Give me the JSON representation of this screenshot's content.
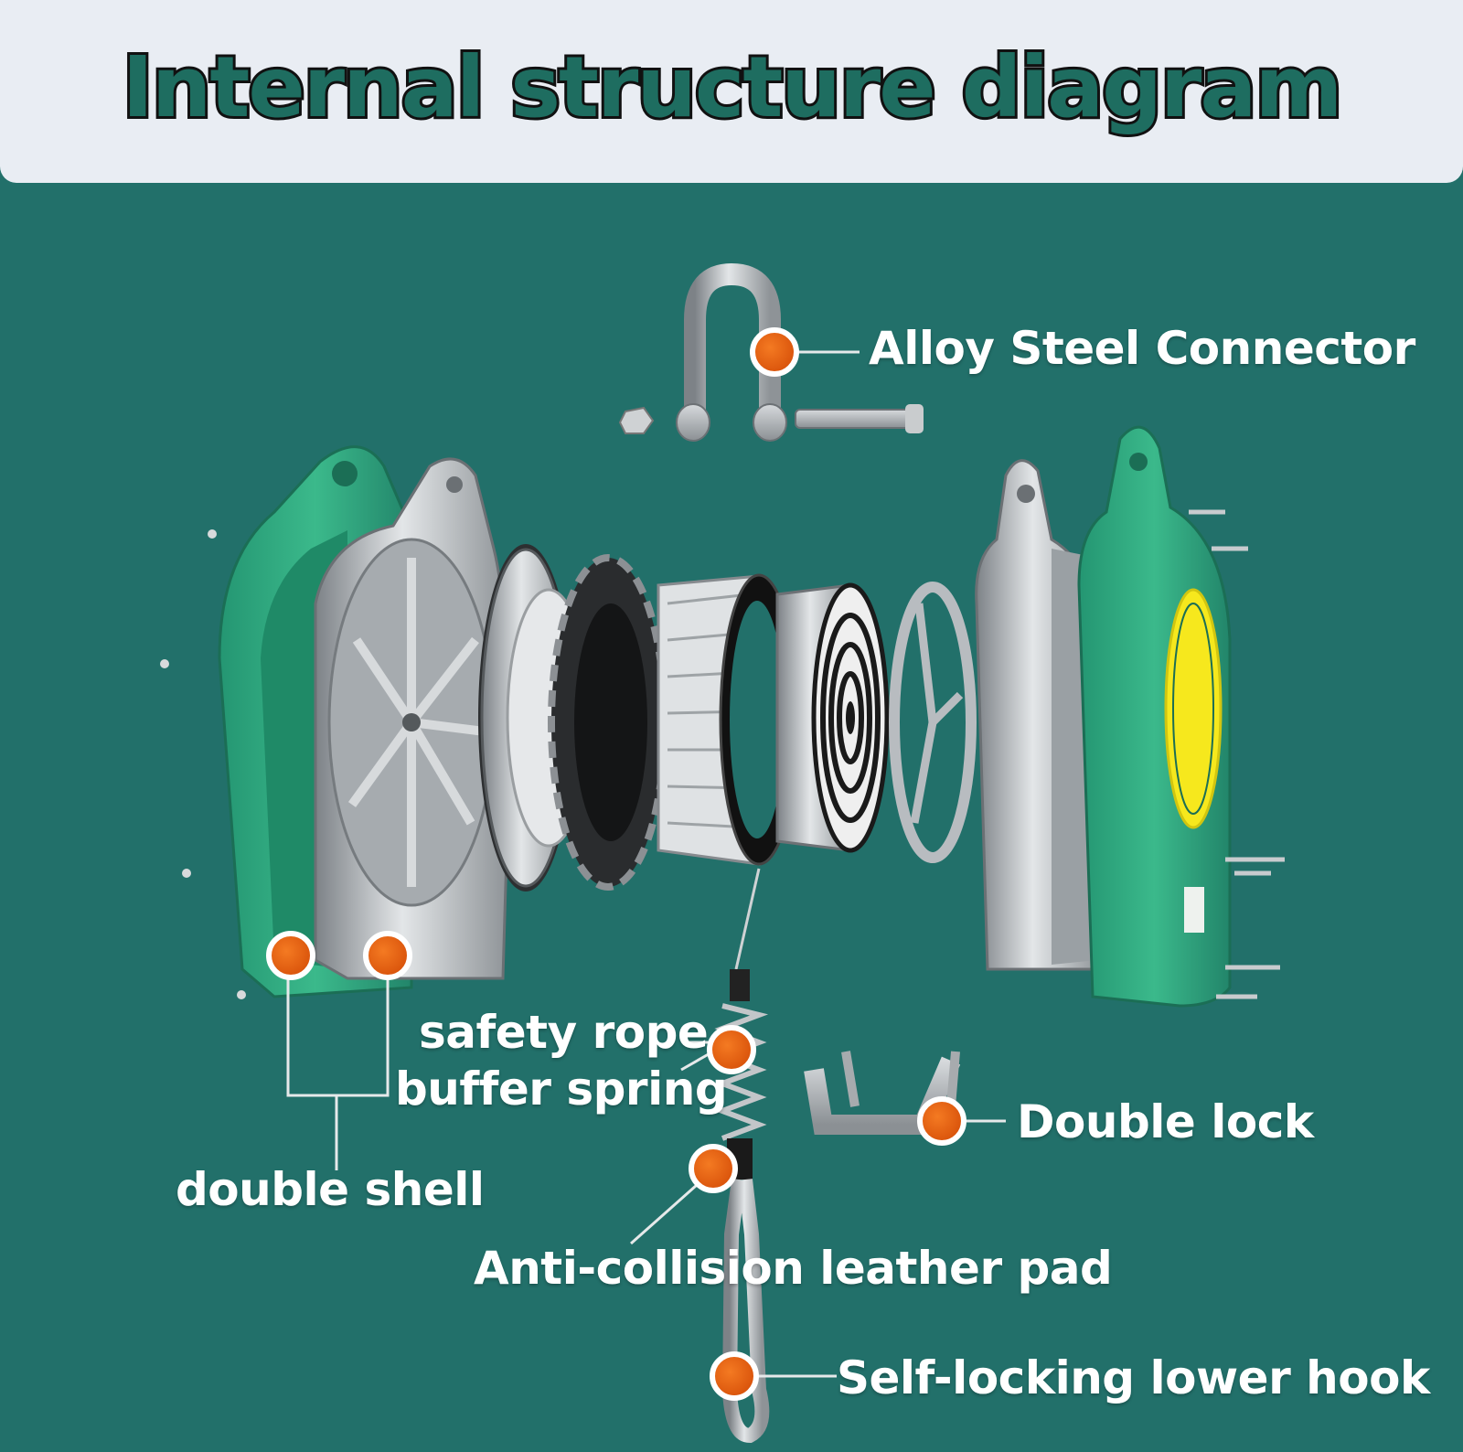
{
  "title": "Internal structure diagram",
  "labels": {
    "alloy_steel_connector": "Alloy Steel Connector",
    "safety_rope": "safety rope",
    "buffer_spring": "buffer spring",
    "double_shell": "double shell",
    "double_lock": "Double lock",
    "anti_collision_pad": "Anti-collision leather pad",
    "self_locking_hook": "Self-locking lower hook"
  },
  "colors": {
    "background": "#22706a",
    "header": "#e9edf3",
    "marker": "#e8600f",
    "shell_green": "#2fa77c",
    "metal": "#b8bcc0"
  }
}
